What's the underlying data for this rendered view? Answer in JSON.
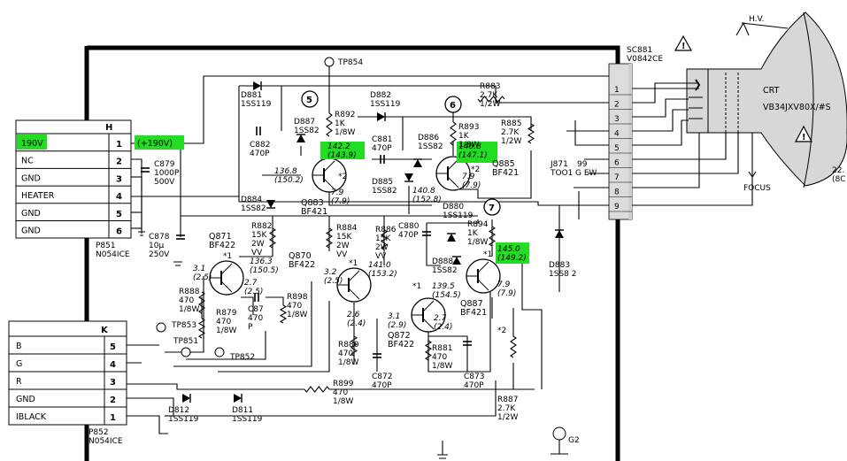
{
  "colors": {
    "highlight": "#22dd22",
    "crt_fill": "#d7d7d7",
    "connector_fill": "#dcdcdc",
    "frame": "#000000"
  },
  "connector_h": {
    "title": "H",
    "rows": [
      {
        "label": "190V",
        "pin": "1"
      },
      {
        "label": "NC",
        "pin": "2"
      },
      {
        "label": "GND",
        "pin": "3"
      },
      {
        "label": "HEATER",
        "pin": "4"
      },
      {
        "label": "GND",
        "pin": "5"
      },
      {
        "label": "GND",
        "pin": "6"
      }
    ],
    "part": "P851",
    "part_code": "N054ICE"
  },
  "connector_k": {
    "title": "K",
    "rows": [
      {
        "label": "B",
        "pin": "5"
      },
      {
        "label": "G",
        "pin": "4"
      },
      {
        "label": "R",
        "pin": "3"
      },
      {
        "label": "GND",
        "pin": "2"
      },
      {
        "label": "IBLACK",
        "pin": "1"
      }
    ],
    "part": "P852",
    "part_code": "N054ICE"
  },
  "socket": {
    "name": "SC881",
    "code": "V0842CE",
    "pins": [
      "1",
      "2",
      "3",
      "4",
      "5",
      "6",
      "7",
      "8",
      "9"
    ]
  },
  "crt": {
    "label": "CRT",
    "model": "VB34JXV80X/#S",
    "hv": "H.V.",
    "focus": "FOCUS",
    "partial": "22.",
    "partial2": "(8C"
  },
  "supply_label": "(+190V)",
  "test_points": {
    "tp854": "TP854",
    "tp853": "TP853",
    "tp851": "TP851",
    "tp852": "TP852",
    "g2": "G2"
  },
  "nodes": {
    "n5": "5",
    "n6": "6",
    "n7": "7"
  },
  "components": {
    "d881": [
      "D881",
      "1SS119"
    ],
    "d882": [
      "D882",
      "1SS119"
    ],
    "d887": [
      "D887",
      "1SS82"
    ],
    "d886": [
      "D886",
      "1SS82"
    ],
    "d884": [
      "D884",
      "1SS82"
    ],
    "d885": [
      "D885",
      "1SS82"
    ],
    "d880": [
      "D880",
      "1SS119"
    ],
    "d888": [
      "D888",
      "1SS82"
    ],
    "d883": [
      "D883",
      "1SS8 2"
    ],
    "d812": [
      "D812",
      "1SS119"
    ],
    "d811": [
      "D811",
      "1SS119"
    ],
    "r892": [
      "R892",
      "1K",
      "1/8W"
    ],
    "r893": [
      "R893",
      "1K",
      "1/8W"
    ],
    "r883": [
      "R883",
      "2.7K",
      "1/2W"
    ],
    "r885": [
      "R885",
      "2.7K",
      "1/2W"
    ],
    "r882": [
      "R882",
      "15K",
      "2W",
      "VV"
    ],
    "r884": [
      "R884",
      "15K",
      "2W",
      "VV"
    ],
    "r886": [
      "R886",
      "15K",
      "2W",
      "VV"
    ],
    "r894": [
      "R894",
      "1K",
      "1/8W"
    ],
    "r888": [
      "R888",
      "470",
      "1/8W"
    ],
    "r879": [
      "R879",
      "470",
      "1/8W"
    ],
    "r898": [
      "R898",
      "470",
      "1/8W"
    ],
    "r880": [
      "R880",
      "470",
      "1/8W"
    ],
    "r881": [
      "R881",
      "470",
      "1/8W"
    ],
    "r899": [
      "R899",
      "470",
      "1/8W"
    ],
    "r887": [
      "R887",
      "2.7K",
      "1/2W"
    ],
    "c882": [
      "C882",
      "470P"
    ],
    "c881": [
      "C881",
      "470P"
    ],
    "c880": [
      "C880",
      "470P"
    ],
    "c887": [
      "C87",
      "470",
      "P"
    ],
    "c872": [
      "C872",
      "470P"
    ],
    "c873": [
      "C873",
      "470P"
    ],
    "c879": [
      "C879",
      "1000P",
      "500V"
    ],
    "c878": [
      "C878",
      "10μ",
      "250V"
    ],
    "q883": [
      "Q883",
      "BF421"
    ],
    "q885": [
      "Q885",
      "BF421"
    ],
    "q871": [
      "Q871",
      "BF422"
    ],
    "q870": [
      "Q870",
      "BF422"
    ],
    "q872": [
      "Q872",
      "BF422"
    ],
    "q887": [
      "Q887",
      "BF421"
    ],
    "j871": [
      "J871",
      "TOO1"
    ]
  },
  "voltages": {
    "q883_b": [
      "136.8",
      "(150.2)"
    ],
    "q883_e": [
      "142.2",
      "(143.9)"
    ],
    "q883_c": [
      "7.9",
      "(7.9)"
    ],
    "q885_e": [
      "146.8",
      "(147.1)"
    ],
    "q885_b": [
      "140.8",
      "(152.8)"
    ],
    "q885_c": [
      "7.9",
      "(7.9)"
    ],
    "q871_c": [
      "136.3",
      "(150.5)"
    ],
    "q871_b": [
      "3.1",
      "(2.5)"
    ],
    "q871_e": [
      "2.7",
      "(2.5)"
    ],
    "q870_c": [
      "141.0",
      "(153.2)"
    ],
    "q870_b": [
      "3.2",
      "(2.5)"
    ],
    "q870_e": [
      "2.6",
      "(2.4)"
    ],
    "q872_c": [
      "139.5",
      "(154.5)"
    ],
    "q872_b": [
      "3.1",
      "(2.9)"
    ],
    "q872_e": [
      "2.7",
      "(2.4)"
    ],
    "q887_e": [
      "145.0",
      "(149.2)"
    ],
    "q887_c": [
      "7.9",
      "(7.9)"
    ]
  },
  "marks": {
    "star1": "*1",
    "star2": "*2",
    "v99": "99",
    "g_ew": "G EW"
  }
}
